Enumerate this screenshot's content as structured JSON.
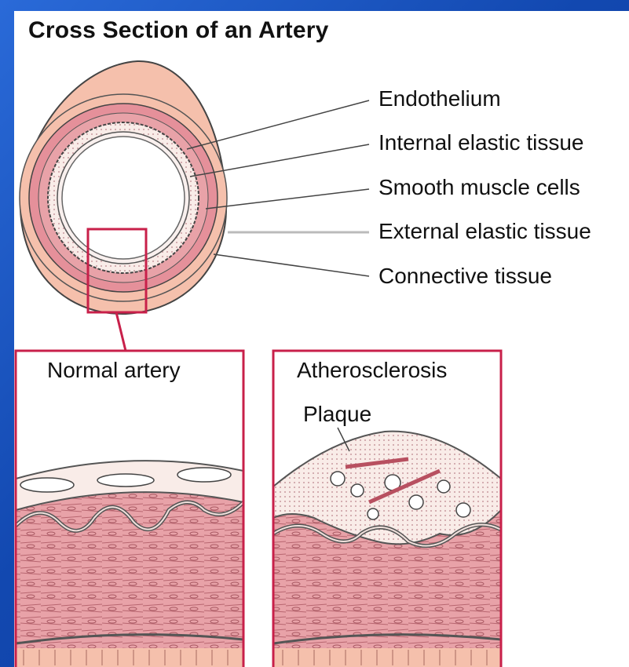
{
  "title": "Cross Section of an Artery",
  "layers": [
    {
      "label": "Endothelium"
    },
    {
      "label": "Internal elastic tissue"
    },
    {
      "label": "Smooth muscle cells"
    },
    {
      "label": "External elastic tissue"
    },
    {
      "label": "Connective tissue"
    }
  ],
  "insets": {
    "normal": {
      "label": "Normal artery"
    },
    "atherosclerosis": {
      "label": "Atherosclerosis",
      "plaque_label": "Plaque"
    }
  },
  "colors": {
    "background": "#1652b8",
    "panel": "#ffffff",
    "outer_tissue": "#f5c0ac",
    "muscle": "#e5909a",
    "elastic": "#f8e6e2",
    "inset_border": "#c8204a"
  }
}
